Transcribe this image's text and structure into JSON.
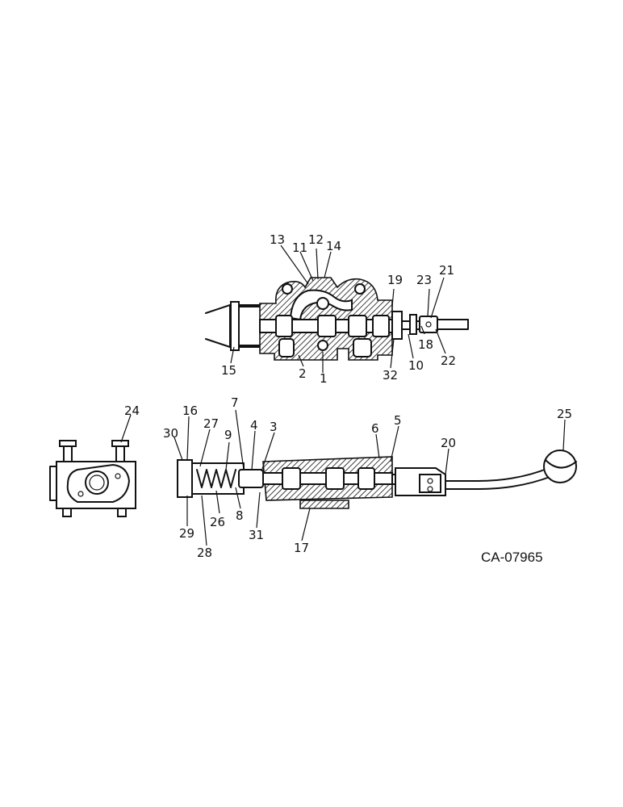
{
  "drawing": {
    "reference": "CA-07965",
    "callouts_top": [
      "13",
      "11",
      "12",
      "14",
      "19",
      "23",
      "21",
      "15",
      "2",
      "1",
      "32",
      "10",
      "18",
      "22"
    ],
    "callouts_bottom": [
      "24",
      "16",
      "7",
      "30",
      "27",
      "9",
      "4",
      "3",
      "6",
      "5",
      "20",
      "25",
      "29",
      "26",
      "8",
      "31",
      "17",
      "28"
    ]
  }
}
